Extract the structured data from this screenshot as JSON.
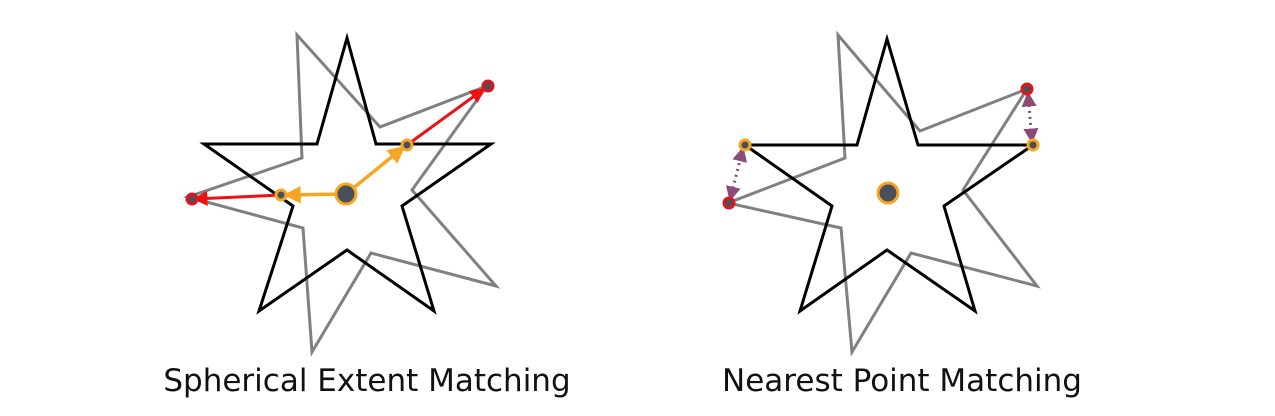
{
  "panels": [
    {
      "id": "spherical-extent",
      "caption": "Spherical Extent Matching"
    },
    {
      "id": "nearest-point",
      "caption": "Nearest Point Matching"
    }
  ],
  "colors": {
    "reference_star": "#000000",
    "transformed_star": "#808080",
    "extent_arrow": "#ee1111",
    "center_arrow": "#f5a623",
    "match_arrow": "#8b4a78",
    "red_point_fill": "#e0141e",
    "orange_point_fill": "#f5a623",
    "center_fill": "#4a4f5c",
    "point_core": "#4a4f5c"
  }
}
